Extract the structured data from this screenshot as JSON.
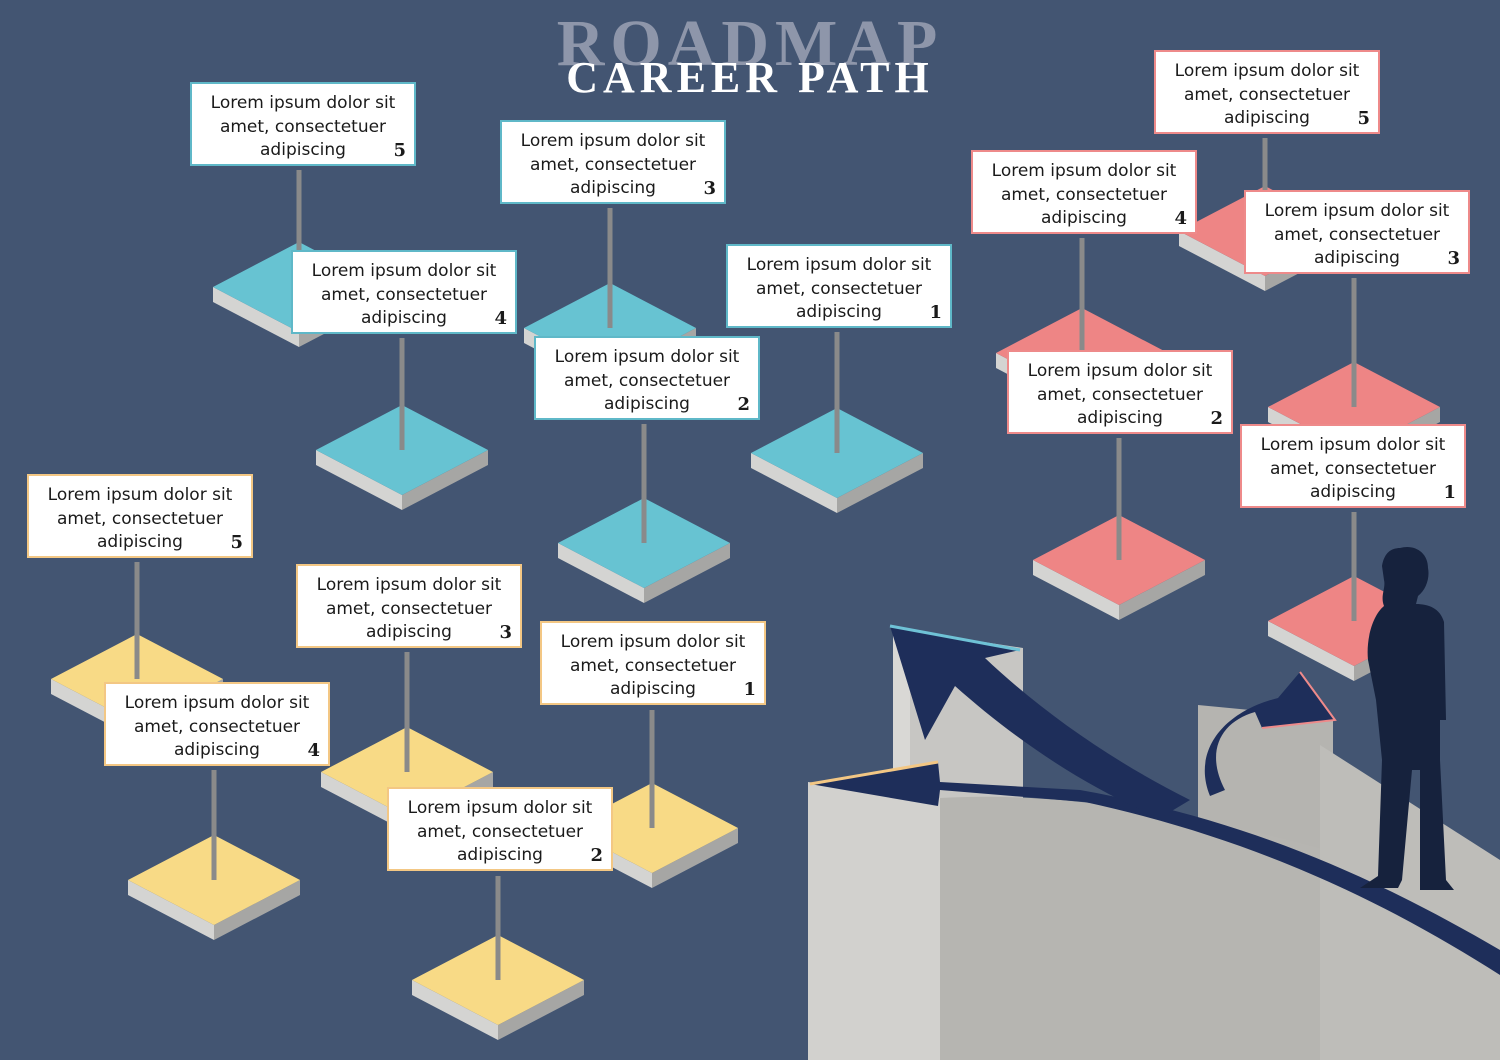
{
  "title_back": "ROADMAP",
  "title_front": "CAREER PATH",
  "label_text": "Lorem ipsum dolor sit amet, consectetuer adipiscing",
  "colors": {
    "background": "#435572",
    "blue": "#67c3d2",
    "pink": "#ee8585",
    "yellow": "#f8da86",
    "side_light": "#d4d4d2",
    "side_dark": "#a6a6a4",
    "pole": "#8a8a8a",
    "figure": "#16223d",
    "arrow": "#1e2e5a"
  },
  "paths": [
    {
      "name": "blue",
      "steps": [
        {
          "num": "1",
          "text": "Lorem ipsum dolor sit amet, consectetuer adipiscing"
        },
        {
          "num": "2",
          "text": "Lorem ipsum dolor sit amet, consectetuer adipiscing"
        },
        {
          "num": "3",
          "text": "Lorem ipsum dolor sit amet, consectetuer adipiscing"
        },
        {
          "num": "4",
          "text": "Lorem ipsum dolor sit amet, consectetuer adipiscing"
        },
        {
          "num": "5",
          "text": "Lorem ipsum dolor sit amet, consectetuer adipiscing"
        }
      ]
    },
    {
      "name": "pink",
      "steps": [
        {
          "num": "1",
          "text": "Lorem ipsum dolor sit amet, consectetuer adipiscing"
        },
        {
          "num": "2",
          "text": "Lorem ipsum dolor sit amet, consectetuer adipiscing"
        },
        {
          "num": "3",
          "text": "Lorem ipsum dolor sit amet, consectetuer adipiscing"
        },
        {
          "num": "4",
          "text": "Lorem ipsum dolor sit amet, consectetuer adipiscing"
        },
        {
          "num": "5",
          "text": "Lorem ipsum dolor sit amet, consectetuer adipiscing"
        }
      ]
    },
    {
      "name": "yellow",
      "steps": [
        {
          "num": "1",
          "text": "Lorem ipsum dolor sit amet, consectetuer adipiscing"
        },
        {
          "num": "2",
          "text": "Lorem ipsum dolor sit amet, consectetuer adipiscing"
        },
        {
          "num": "3",
          "text": "Lorem ipsum dolor sit amet, consectetuer adipiscing"
        },
        {
          "num": "4",
          "text": "Lorem ipsum dolor sit amet, consectetuer adipiscing"
        },
        {
          "num": "5",
          "text": "Lorem ipsum dolor sit amet, consectetuer adipiscing"
        }
      ]
    }
  ]
}
